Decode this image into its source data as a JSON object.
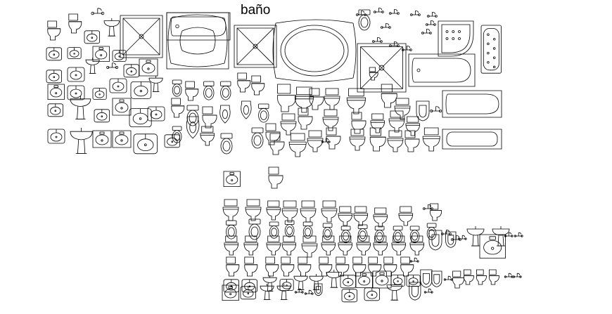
{
  "drawing": {
    "title": "baño",
    "line_color": "#000000",
    "background": "#ffffff"
  },
  "blocks": {
    "upper_group": [
      "wc-plan",
      "wc-side",
      "wc-front",
      "lavatory",
      "pedestal-sink",
      "vanity-sink",
      "shower-tray",
      "bathtub",
      "oval-tub",
      "corner-tub",
      "whirlpool-tub",
      "bidet",
      "urinal",
      "faucet"
    ],
    "lower_group": [
      "wc-plan",
      "wc-side",
      "wc-front",
      "lavatory",
      "pedestal-sink",
      "urinal",
      "bidet",
      "faucet"
    ]
  }
}
